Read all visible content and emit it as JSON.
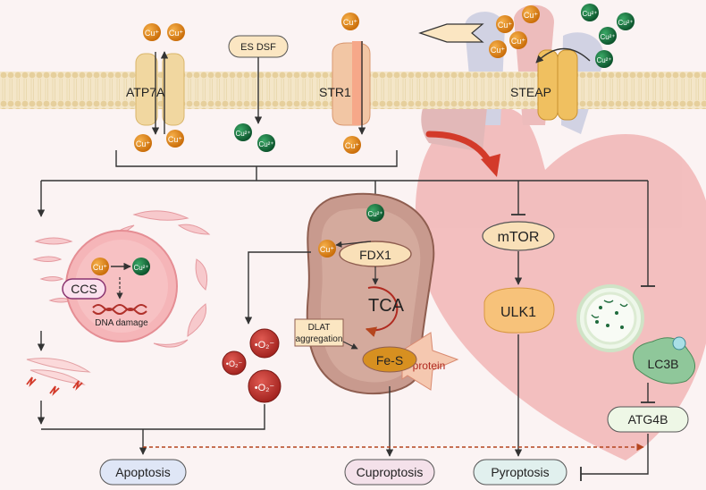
{
  "colors": {
    "background": "#fbf3f3",
    "cu_plus": "#e0860e",
    "cu_green": "#0f6e3a",
    "membrane": "#e8d4a8",
    "arrow": "#333333",
    "red_arrow": "#d33a2a"
  },
  "membrane": {
    "atp7a": "ATP7A",
    "str1": "STR1",
    "steap": "STEAP",
    "es_dsf": "ES DSF"
  },
  "ions": {
    "cu_plus": "Cu⁺",
    "cu_green": "Cu²⁺"
  },
  "nucleus": {
    "ccs": "CCS",
    "dna_damage": "DNA damage"
  },
  "mito": {
    "fdx1": "FDX1",
    "tca": "TCA",
    "dlat_line1": "DLAT",
    "dlat_line2": "aggregation",
    "fes": "Fe-S",
    "protein": "protein"
  },
  "ros": {
    "superoxide": "•O₂⁻"
  },
  "pathway": {
    "mtor": "mTOR",
    "ulk1": "ULK1",
    "lc3b": "LC3B",
    "atg4b": "ATG4B"
  },
  "outcomes": {
    "apoptosis": "Apoptosis",
    "cuproptosis": "Cuproptosis",
    "pyroptosis": "Pyroptosis"
  }
}
